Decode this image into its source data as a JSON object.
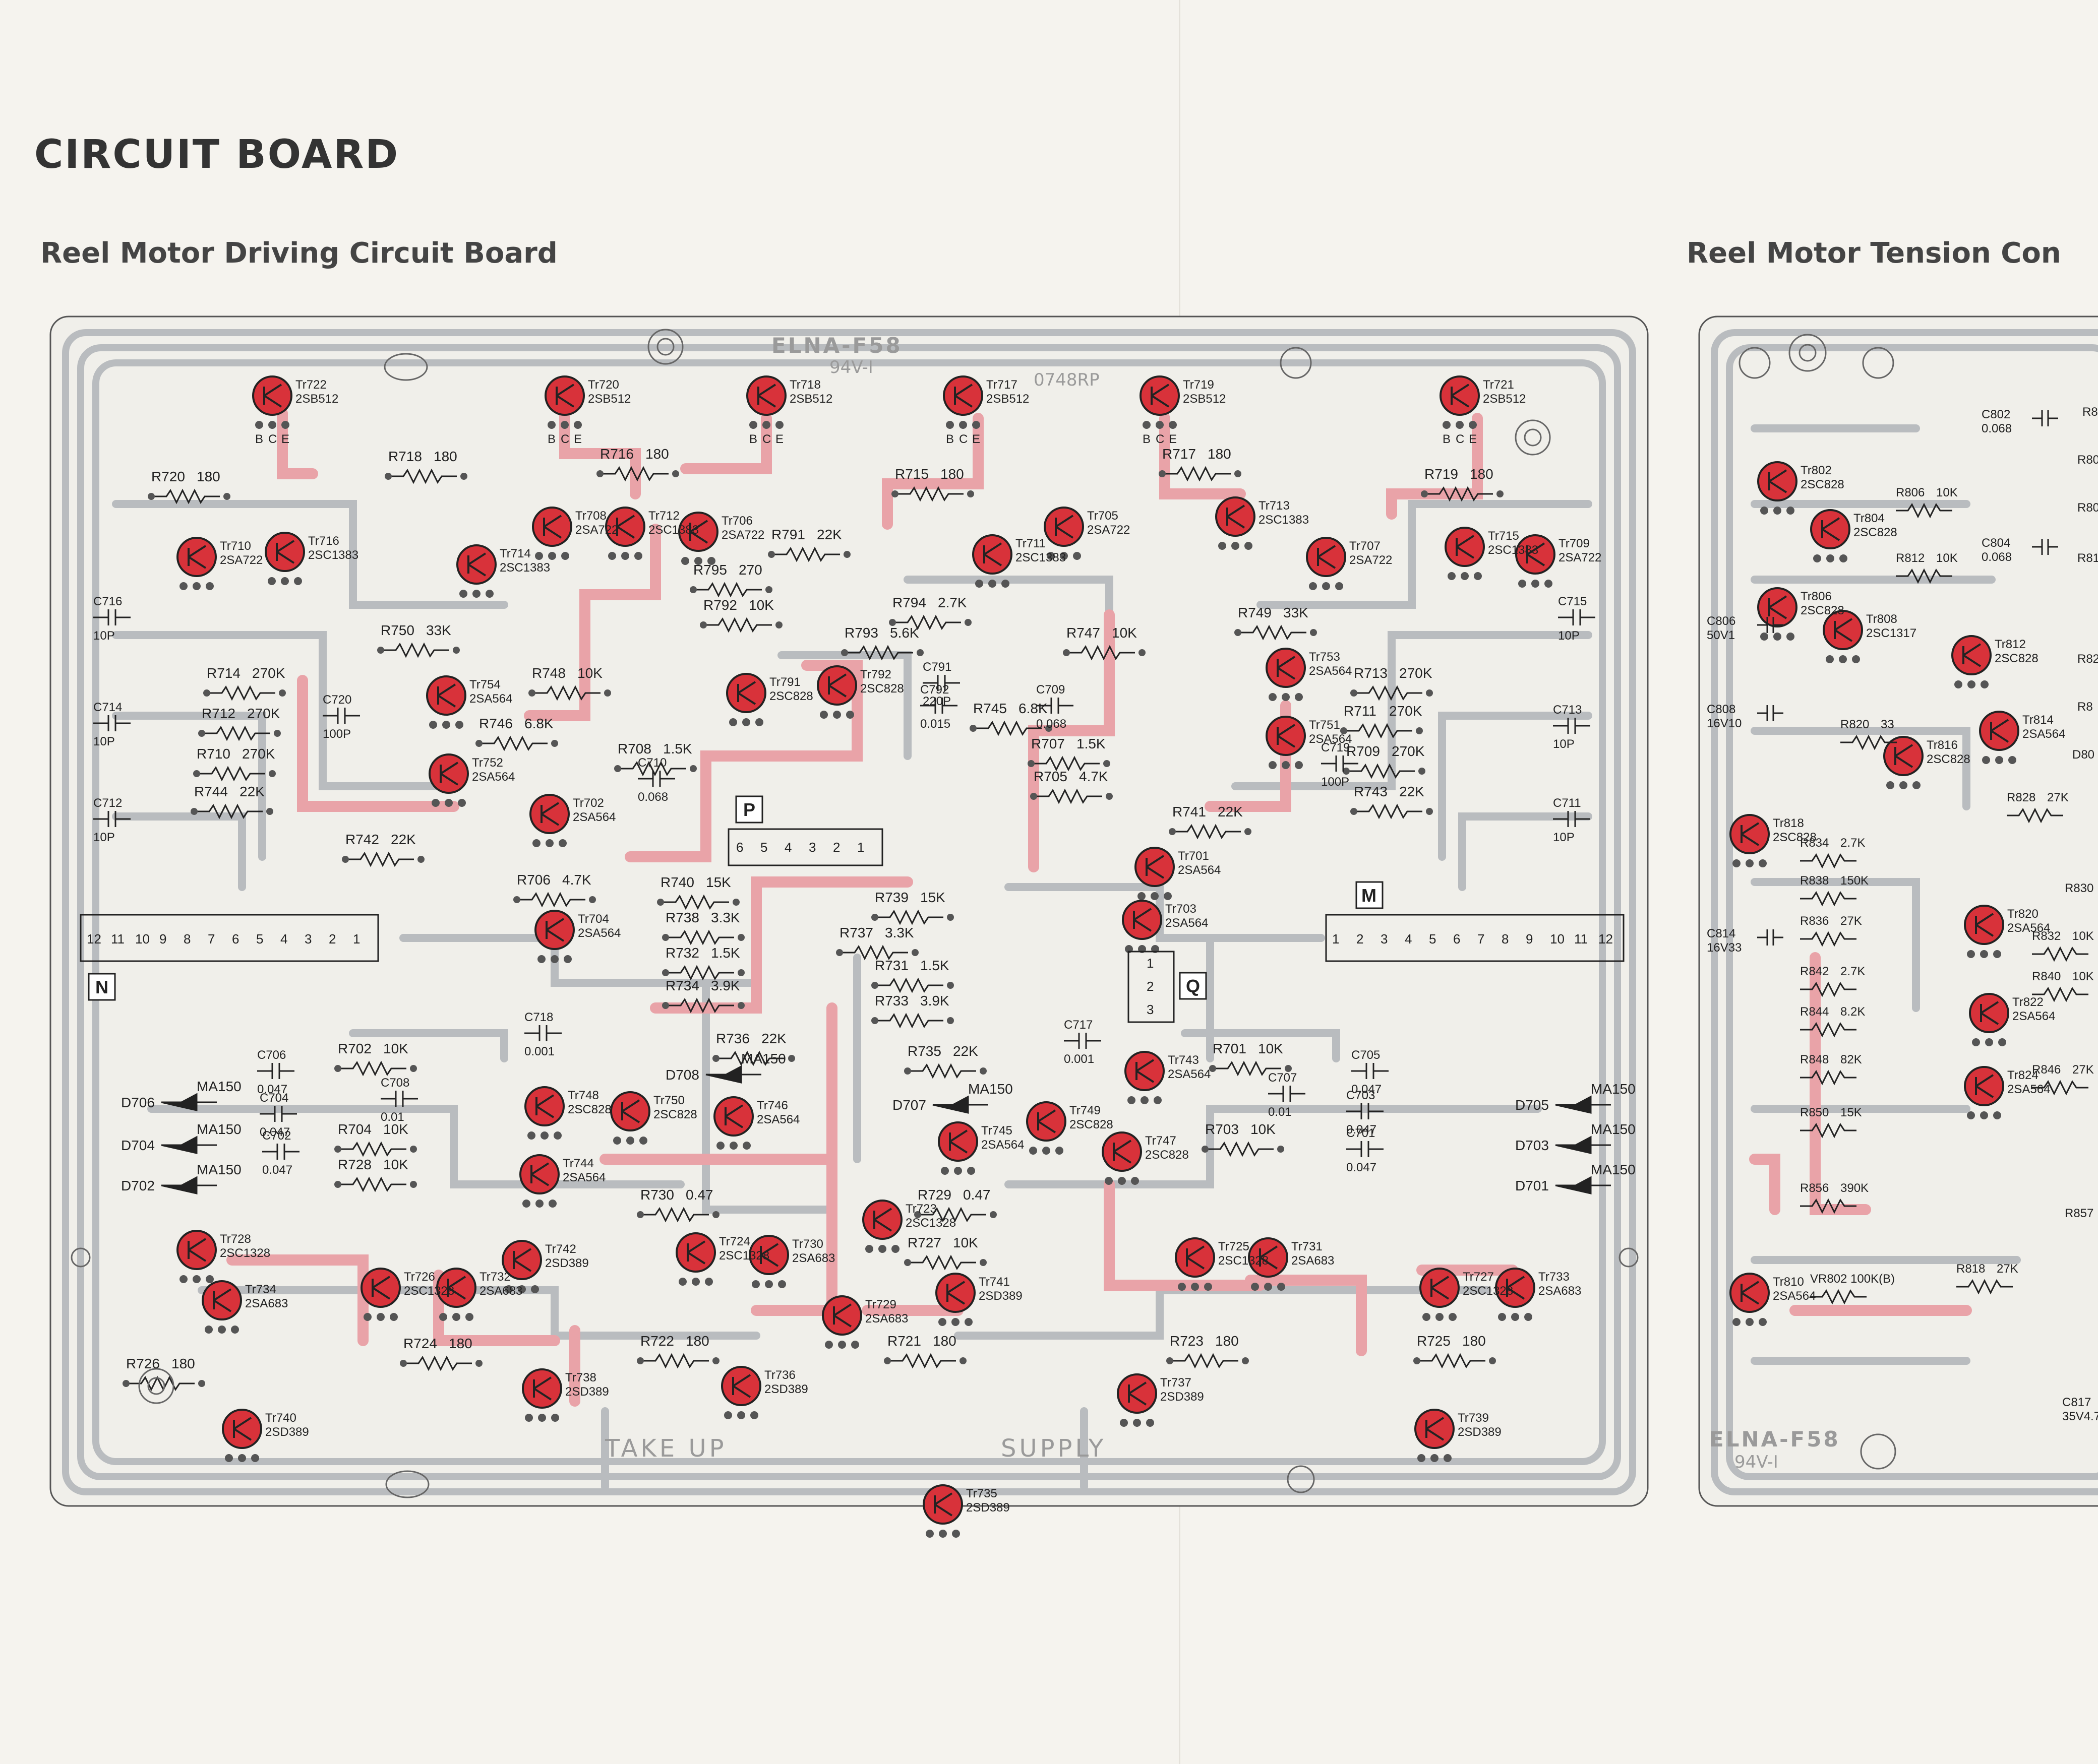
{
  "page_title": "CIRCUIT BOARD",
  "boards": {
    "driving": {
      "title": "Reel Motor Driving Circuit Board",
      "brand": "ELNA-F58",
      "rating": "94V-I",
      "part_code": "0748RP",
      "areas": [
        "TAKE UP",
        "SUPPLY"
      ],
      "markers": [
        "N",
        "M",
        "P",
        "Q"
      ],
      "connector_n": [
        "12",
        "11",
        "10",
        "9",
        "8",
        "7",
        "6",
        "5",
        "4",
        "3",
        "2",
        "1"
      ],
      "connector_m": [
        "1",
        "2",
        "3",
        "4",
        "5",
        "6",
        "7",
        "8",
        "9",
        "10",
        "11",
        "12"
      ],
      "connector_p": [
        "6",
        "5",
        "4",
        "3",
        "2",
        "1"
      ],
      "connector_q": [
        "1",
        "2",
        "3"
      ],
      "transistors": [
        {
          "ref": "Tr722",
          "part": "2SB512",
          "pins": [
            "B",
            "C",
            "E"
          ]
        },
        {
          "ref": "Tr720",
          "part": "2SB512",
          "pins": [
            "B",
            "C",
            "E"
          ]
        },
        {
          "ref": "Tr718",
          "part": "2SB512",
          "pins": [
            "B",
            "C",
            "E"
          ]
        },
        {
          "ref": "Tr717",
          "part": "2SB512",
          "pins": [
            "B",
            "C",
            "E"
          ]
        },
        {
          "ref": "Tr719",
          "part": "2SB512",
          "pins": [
            "B",
            "C",
            "E"
          ]
        },
        {
          "ref": "Tr721",
          "part": "2SB512",
          "pins": [
            "B",
            "C",
            "E"
          ]
        },
        {
          "ref": "Tr710",
          "part": "2SA722",
          "pins": []
        },
        {
          "ref": "Tr716",
          "part": "2SC1383",
          "pins": []
        },
        {
          "ref": "Tr714",
          "part": "2SC1383",
          "pins": []
        },
        {
          "ref": "Tr708",
          "part": "2SA722",
          "pins": []
        },
        {
          "ref": "Tr712",
          "part": "2SC1383",
          "pins": []
        },
        {
          "ref": "Tr706",
          "part": "2SA722",
          "pins": []
        },
        {
          "ref": "Tr711",
          "part": "2SC1383",
          "pins": []
        },
        {
          "ref": "Tr705",
          "part": "2SA722",
          "pins": []
        },
        {
          "ref": "Tr713",
          "part": "2SC1383",
          "pins": []
        },
        {
          "ref": "Tr707",
          "part": "2SA722",
          "pins": []
        },
        {
          "ref": "Tr715",
          "part": "2SC1383",
          "pins": []
        },
        {
          "ref": "Tr709",
          "part": "2SA722",
          "pins": []
        },
        {
          "ref": "Tr754",
          "part": "2SA564",
          "pins": []
        },
        {
          "ref": "Tr752",
          "part": "2SA564",
          "pins": []
        },
        {
          "ref": "Tr791",
          "part": "2SC828",
          "pins": []
        },
        {
          "ref": "Tr792",
          "part": "2SC828",
          "pins": []
        },
        {
          "ref": "Tr753",
          "part": "2SA564",
          "pins": []
        },
        {
          "ref": "Tr751",
          "part": "2SA564",
          "pins": []
        },
        {
          "ref": "Tr702",
          "part": "2SA564",
          "pins": []
        },
        {
          "ref": "Tr704",
          "part": "2SA564",
          "pins": []
        },
        {
          "ref": "Tr701",
          "part": "2SA564",
          "pins": []
        },
        {
          "ref": "Tr703",
          "part": "2SA564",
          "pins": []
        },
        {
          "ref": "Tr748",
          "part": "2SC828",
          "pins": []
        },
        {
          "ref": "Tr750",
          "part": "2SC828",
          "pins": []
        },
        {
          "ref": "Tr746",
          "part": "2SA564",
          "pins": []
        },
        {
          "ref": "Tr744",
          "part": "2SA564",
          "pins": []
        },
        {
          "ref": "Tr745",
          "part": "2SA564",
          "pins": []
        },
        {
          "ref": "Tr749",
          "part": "2SC828",
          "pins": []
        },
        {
          "ref": "Tr747",
          "part": "2SC828",
          "pins": []
        },
        {
          "ref": "Tr743",
          "part": "2SA564",
          "pins": []
        },
        {
          "ref": "Tr728",
          "part": "2SC1328",
          "pins": []
        },
        {
          "ref": "Tr734",
          "part": "2SA683",
          "pins": []
        },
        {
          "ref": "Tr726",
          "part": "2SC1328",
          "pins": []
        },
        {
          "ref": "Tr732",
          "part": "2SA683",
          "pins": []
        },
        {
          "ref": "Tr742",
          "part": "2SD389",
          "pins": []
        },
        {
          "ref": "Tr724",
          "part": "2SC1328",
          "pins": []
        },
        {
          "ref": "Tr730",
          "part": "2SA683",
          "pins": []
        },
        {
          "ref": "Tr723",
          "part": "2SC1328",
          "pins": []
        },
        {
          "ref": "Tr729",
          "part": "2SA683",
          "pins": []
        },
        {
          "ref": "Tr741",
          "part": "2SD389",
          "pins": []
        },
        {
          "ref": "Tr725",
          "part": "2SC1328",
          "pins": []
        },
        {
          "ref": "Tr731",
          "part": "2SA683",
          "pins": []
        },
        {
          "ref": "Tr727",
          "part": "2SC1328",
          "pins": []
        },
        {
          "ref": "Tr733",
          "part": "2SA683",
          "pins": []
        },
        {
          "ref": "Tr740",
          "part": "2SD389",
          "pins": []
        },
        {
          "ref": "Tr738",
          "part": "2SD389",
          "pins": []
        },
        {
          "ref": "Tr736",
          "part": "2SD389",
          "pins": []
        },
        {
          "ref": "Tr735",
          "part": "2SD389",
          "pins": []
        },
        {
          "ref": "Tr737",
          "part": "2SD389",
          "pins": []
        },
        {
          "ref": "Tr739",
          "part": "2SD389",
          "pins": []
        }
      ],
      "resistors": [
        {
          "ref": "R720",
          "value": "180"
        },
        {
          "ref": "R718",
          "value": "180"
        },
        {
          "ref": "R716",
          "value": "180"
        },
        {
          "ref": "R715",
          "value": "180"
        },
        {
          "ref": "R717",
          "value": "180"
        },
        {
          "ref": "R719",
          "value": "180"
        },
        {
          "ref": "R791",
          "value": "22K"
        },
        {
          "ref": "R795",
          "value": "270"
        },
        {
          "ref": "R792",
          "value": "10K"
        },
        {
          "ref": "R794",
          "value": "2.7K"
        },
        {
          "ref": "R793",
          "value": "5.6K"
        },
        {
          "ref": "R750",
          "value": "33K"
        },
        {
          "ref": "R714",
          "value": "270K"
        },
        {
          "ref": "R712",
          "value": "270K"
        },
        {
          "ref": "R710",
          "value": "270K"
        },
        {
          "ref": "R744",
          "value": "22K"
        },
        {
          "ref": "R742",
          "value": "22K"
        },
        {
          "ref": "R748",
          "value": "10K"
        },
        {
          "ref": "R746",
          "value": "6.8K"
        },
        {
          "ref": "R708",
          "value": "1.5K"
        },
        {
          "ref": "R706",
          "value": "4.7K"
        },
        {
          "ref": "R747",
          "value": "10K"
        },
        {
          "ref": "R749",
          "value": "33K"
        },
        {
          "ref": "R745",
          "value": "6.8K"
        },
        {
          "ref": "R707",
          "value": "1.5K"
        },
        {
          "ref": "R705",
          "value": "4.7K"
        },
        {
          "ref": "R713",
          "value": "270K"
        },
        {
          "ref": "R711",
          "value": "270K"
        },
        {
          "ref": "R709",
          "value": "270K"
        },
        {
          "ref": "R743",
          "value": "22K"
        },
        {
          "ref": "R741",
          "value": "22K"
        },
        {
          "ref": "R740",
          "value": "15K"
        },
        {
          "ref": "R738",
          "value": "3.3K"
        },
        {
          "ref": "R732",
          "value": "1.5K"
        },
        {
          "ref": "R734",
          "value": "3.9K"
        },
        {
          "ref": "R739",
          "value": "15K"
        },
        {
          "ref": "R737",
          "value": "3.3K"
        },
        {
          "ref": "R731",
          "value": "1.5K"
        },
        {
          "ref": "R733",
          "value": "3.9K"
        },
        {
          "ref": "R736",
          "value": "22K"
        },
        {
          "ref": "R735",
          "value": "22K"
        },
        {
          "ref": "R702",
          "value": "10K"
        },
        {
          "ref": "R704",
          "value": "10K"
        },
        {
          "ref": "R728",
          "value": "10K"
        },
        {
          "ref": "R730",
          "value": "0.47"
        },
        {
          "ref": "R729",
          "value": "0.47"
        },
        {
          "ref": "R727",
          "value": "10K"
        },
        {
          "ref": "R701",
          "value": "10K"
        },
        {
          "ref": "R703",
          "value": "10K"
        },
        {
          "ref": "R726",
          "value": "180"
        },
        {
          "ref": "R724",
          "value": "180"
        },
        {
          "ref": "R722",
          "value": "180"
        },
        {
          "ref": "R721",
          "value": "180"
        },
        {
          "ref": "R723",
          "value": "180"
        },
        {
          "ref": "R725",
          "value": "180"
        }
      ],
      "capacitors": [
        {
          "ref": "C716",
          "value": "10P"
        },
        {
          "ref": "C714",
          "value": "10P"
        },
        {
          "ref": "C712",
          "value": "10P"
        },
        {
          "ref": "C715",
          "value": "10P"
        },
        {
          "ref": "C713",
          "value": "10P"
        },
        {
          "ref": "C711",
          "value": "10P"
        },
        {
          "ref": "C720",
          "value": "100P"
        },
        {
          "ref": "C719",
          "value": "100P"
        },
        {
          "ref": "C710",
          "value": "0.068"
        },
        {
          "ref": "C709",
          "value": "0.068"
        },
        {
          "ref": "C791",
          "value": "220P"
        },
        {
          "ref": "C792",
          "value": "0.015"
        },
        {
          "ref": "C718",
          "value": "0.001"
        },
        {
          "ref": "C717",
          "value": "0.001"
        },
        {
          "ref": "C706",
          "value": "0.047"
        },
        {
          "ref": "C708",
          "value": "0.01"
        },
        {
          "ref": "C704",
          "value": "0.047"
        },
        {
          "ref": "C702",
          "value": "0.047"
        },
        {
          "ref": "C705",
          "value": "0.047"
        },
        {
          "ref": "C707",
          "value": "0.01"
        },
        {
          "ref": "C703",
          "value": "0.047"
        },
        {
          "ref": "C701",
          "value": "0.047"
        }
      ],
      "diodes": [
        {
          "ref": "D706",
          "part": "MA150"
        },
        {
          "ref": "D704",
          "part": "MA150"
        },
        {
          "ref": "D702",
          "part": "MA150"
        },
        {
          "ref": "D708",
          "part": "MA150"
        },
        {
          "ref": "D707",
          "part": "MA150"
        },
        {
          "ref": "D705",
          "part": "MA150"
        },
        {
          "ref": "D703",
          "part": "MA150"
        },
        {
          "ref": "D701",
          "part": "MA150"
        }
      ]
    },
    "tension": {
      "title": "Reel Motor Tension Con",
      "brand": "ELNA-F58",
      "rating": "94V-I",
      "transistors": [
        {
          "ref": "Tr802",
          "part": "2SC828"
        },
        {
          "ref": "Tr804",
          "part": "2SC828"
        },
        {
          "ref": "Tr806",
          "part": "2SC828"
        },
        {
          "ref": "Tr808",
          "part": "2SC1317"
        },
        {
          "ref": "Tr812",
          "part": "2SC828"
        },
        {
          "ref": "Tr814",
          "part": "2SA564"
        },
        {
          "ref": "Tr818",
          "part": "2SC828"
        },
        {
          "ref": "Tr816",
          "part": "2SC828"
        },
        {
          "ref": "Tr820",
          "part": "2SA564"
        },
        {
          "ref": "Tr822",
          "part": "2SA564"
        },
        {
          "ref": "Tr824",
          "part": "2SA564"
        },
        {
          "ref": "Tr810",
          "part": "2SA564"
        }
      ],
      "resistors": [
        {
          "ref": "R806",
          "value": "10K"
        },
        {
          "ref": "R812",
          "value": "10K"
        },
        {
          "ref": "R820",
          "value": "33"
        },
        {
          "ref": "R828",
          "value": "27K"
        },
        {
          "ref": "R834",
          "value": "2.7K"
        },
        {
          "ref": "R838",
          "value": "150K"
        },
        {
          "ref": "R836",
          "value": "27K"
        },
        {
          "ref": "R832",
          "value": "10K"
        },
        {
          "ref": "R842",
          "value": "2.7K"
        },
        {
          "ref": "R840",
          "value": "10K"
        },
        {
          "ref": "R844",
          "value": "8.2K"
        },
        {
          "ref": "R848",
          "value": "82K"
        },
        {
          "ref": "R846",
          "value": "27K"
        },
        {
          "ref": "R850",
          "value": "15K"
        },
        {
          "ref": "R856",
          "value": "390K"
        },
        {
          "ref": "R818",
          "value": "27K"
        },
        {
          "ref": "VR802",
          "value": "100K(B)"
        }
      ],
      "capacitors": [
        {
          "ref": "C802",
          "value": "0.068"
        },
        {
          "ref": "C804",
          "value": "0.068"
        },
        {
          "ref": "C806",
          "value": "50V1"
        },
        {
          "ref": "C808",
          "value": "16V10"
        },
        {
          "ref": "C814",
          "value": "16V33"
        },
        {
          "ref": "C817",
          "value": "35V4.7"
        }
      ],
      "partial_labels": [
        "R8",
        "R80",
        "R80",
        "R81",
        "R82",
        "R8",
        "D80",
        "R830",
        "R857"
      ]
    }
  },
  "colors": {
    "trace_gray": "#b9bcbf",
    "trace_red": "#e9a3a8",
    "component_red": "#d8323a",
    "outline": "#222222",
    "paper": "#f5f3ee"
  }
}
